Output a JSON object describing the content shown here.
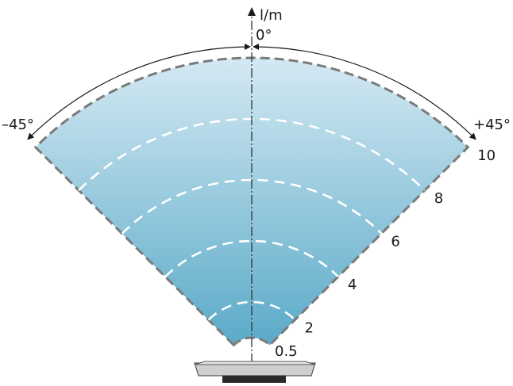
{
  "axis": {
    "unit_label": "l/m",
    "center_angle_label": "0°"
  },
  "angles": {
    "left_label": "–45°",
    "right_label": "+45°",
    "left_deg": -45,
    "right_deg": 45
  },
  "range_rings": [
    {
      "distance": 2,
      "label": "2",
      "dashed": true
    },
    {
      "distance": 4,
      "label": "4",
      "dashed": true
    },
    {
      "distance": 6,
      "label": "6",
      "dashed": true
    },
    {
      "distance": 8,
      "label": "8",
      "dashed": true
    },
    {
      "distance": 10,
      "label": "10",
      "dashed": false
    }
  ],
  "min_range": {
    "distance": 0.5,
    "label": "0.5"
  },
  "colors": {
    "fan_top": "#d4e9f3",
    "fan_bottom": "#5aaac8",
    "outline": "#7a7a7a",
    "ring": "#ffffff",
    "axis": "#333333",
    "device_body": "#cfcfcf",
    "device_top": "#e4e4e4",
    "device_edge": "#555555"
  }
}
